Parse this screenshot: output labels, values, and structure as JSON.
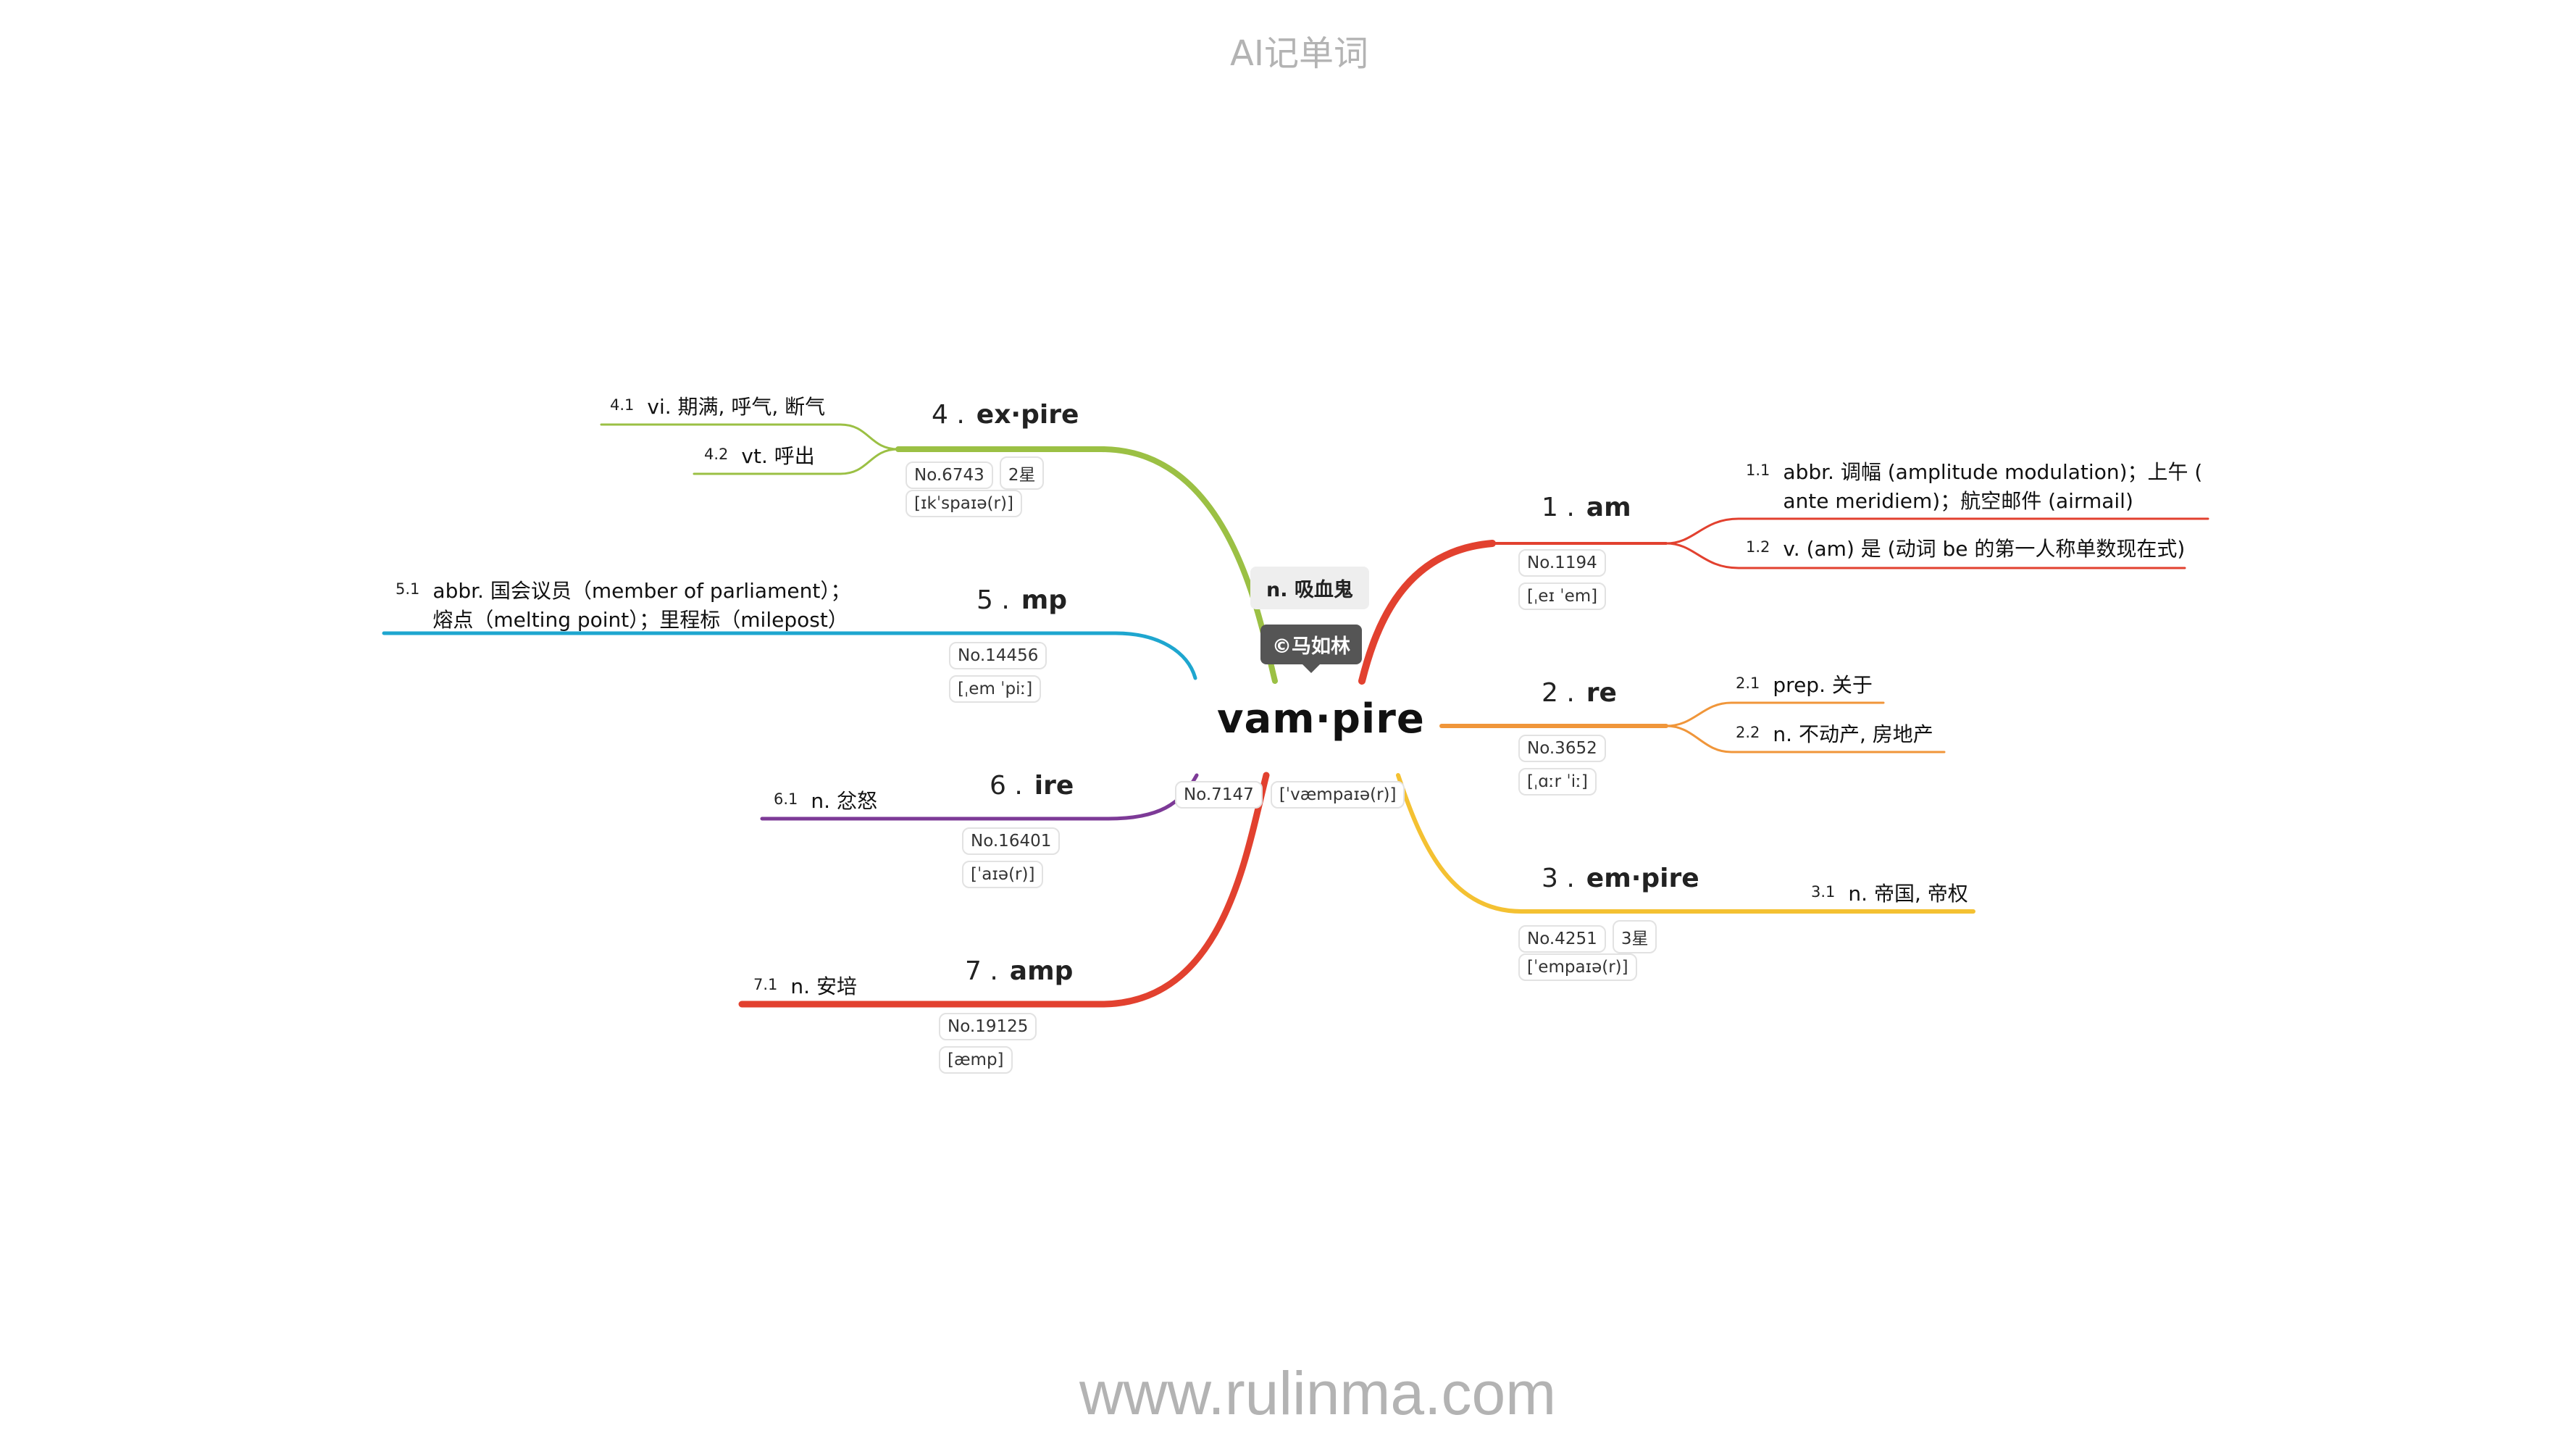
{
  "header": {
    "title": "AI记单词"
  },
  "footer": {
    "url": "www.rulinma.com"
  },
  "root": {
    "word": "vam·pire",
    "meaning": "n. 吸血鬼",
    "credit": "©马如林",
    "number": "No.7147",
    "phonetic": "[ˈvæmpaɪə(r)]"
  },
  "branches": [
    {
      "num": "1 .",
      "word": "am",
      "color": "#e2412f",
      "number": "No.1194",
      "stars": "",
      "phonetic": "[ˌeɪ ˈem]",
      "defs": [
        {
          "idx": "1.1",
          "text": "abbr. 调幅 (amplitude modulation)；上午 (",
          "text2": "ante meridiem)；航空邮件 (airmail)"
        },
        {
          "idx": "1.2",
          "text": "v. (am) 是 (动词 be 的第一人称单数现在式)",
          "text2": ""
        }
      ]
    },
    {
      "num": "2 .",
      "word": "re",
      "color": "#f0963a",
      "number": "No.3652",
      "stars": "",
      "phonetic": "[ˌɑːr ˈiː]",
      "defs": [
        {
          "idx": "2.1",
          "text": "prep. 关于",
          "text2": ""
        },
        {
          "idx": "2.2",
          "text": "n. 不动产, 房地产",
          "text2": ""
        }
      ]
    },
    {
      "num": "3 .",
      "word": "em·pire",
      "color": "#f4c132",
      "number": "No.4251",
      "stars": "3星",
      "phonetic": "[ˈempaɪə(r)]",
      "defs": [
        {
          "idx": "3.1",
          "text": "n. 帝国, 帝权",
          "text2": ""
        }
      ]
    },
    {
      "num": "4 .",
      "word": "ex·pire",
      "color": "#9bc044",
      "number": "No.6743",
      "stars": "2星",
      "phonetic": "[ɪkˈspaɪə(r)]",
      "defs": [
        {
          "idx": "4.1",
          "text": "vi. 期满, 呼气, 断气",
          "text2": ""
        },
        {
          "idx": "4.2",
          "text": "vt. 呼出",
          "text2": ""
        }
      ]
    },
    {
      "num": "5 .",
      "word": "mp",
      "color": "#1ea6cf",
      "number": "No.14456",
      "stars": "",
      "phonetic": "[ˌem ˈpiː]",
      "defs": [
        {
          "idx": "5.1",
          "text": "abbr. 国会议员（member of parliament）；",
          "text2": "熔点（melting point）；里程标（milepost）"
        }
      ]
    },
    {
      "num": "6 .",
      "word": "ire",
      "color": "#7d3a97",
      "number": "No.16401",
      "stars": "",
      "phonetic": "[ˈaɪə(r)]",
      "defs": [
        {
          "idx": "6.1",
          "text": "n. 忿怒",
          "text2": ""
        }
      ]
    },
    {
      "num": "7 .",
      "word": "amp",
      "color": "#e2412f",
      "number": "No.19125",
      "stars": "",
      "phonetic": "[æmp]",
      "defs": [
        {
          "idx": "7.1",
          "text": "n. 安培",
          "text2": ""
        }
      ]
    }
  ]
}
